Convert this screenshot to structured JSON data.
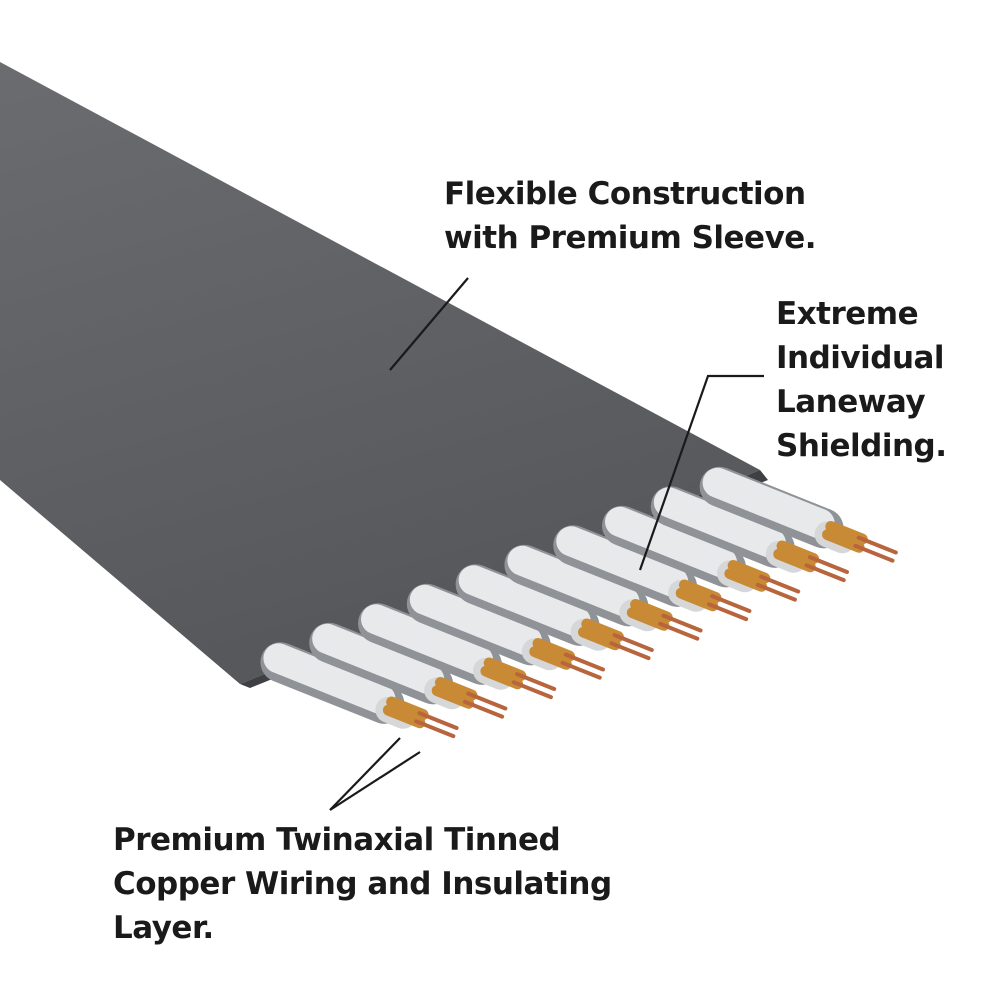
{
  "callouts": {
    "sleeve": {
      "lines": [
        "Flexible Construction",
        "with Premium Sleeve."
      ]
    },
    "shielding": {
      "lines": [
        "Extreme",
        "Individual",
        "Laneway",
        "Shielding."
      ]
    },
    "wiring": {
      "lines": [
        "Premium Twinaxial Tinned",
        "Copper Wiring and Insulating",
        "Layer."
      ]
    }
  },
  "diagram": {
    "lane_count": 10,
    "colors": {
      "sleeve": "#5f6164",
      "sleeve_edge": "#3e4043",
      "shield": "#e8e9eb",
      "insulation": "#c98a35",
      "copper": "#b8643d",
      "leader": "#1a1a1a"
    }
  }
}
